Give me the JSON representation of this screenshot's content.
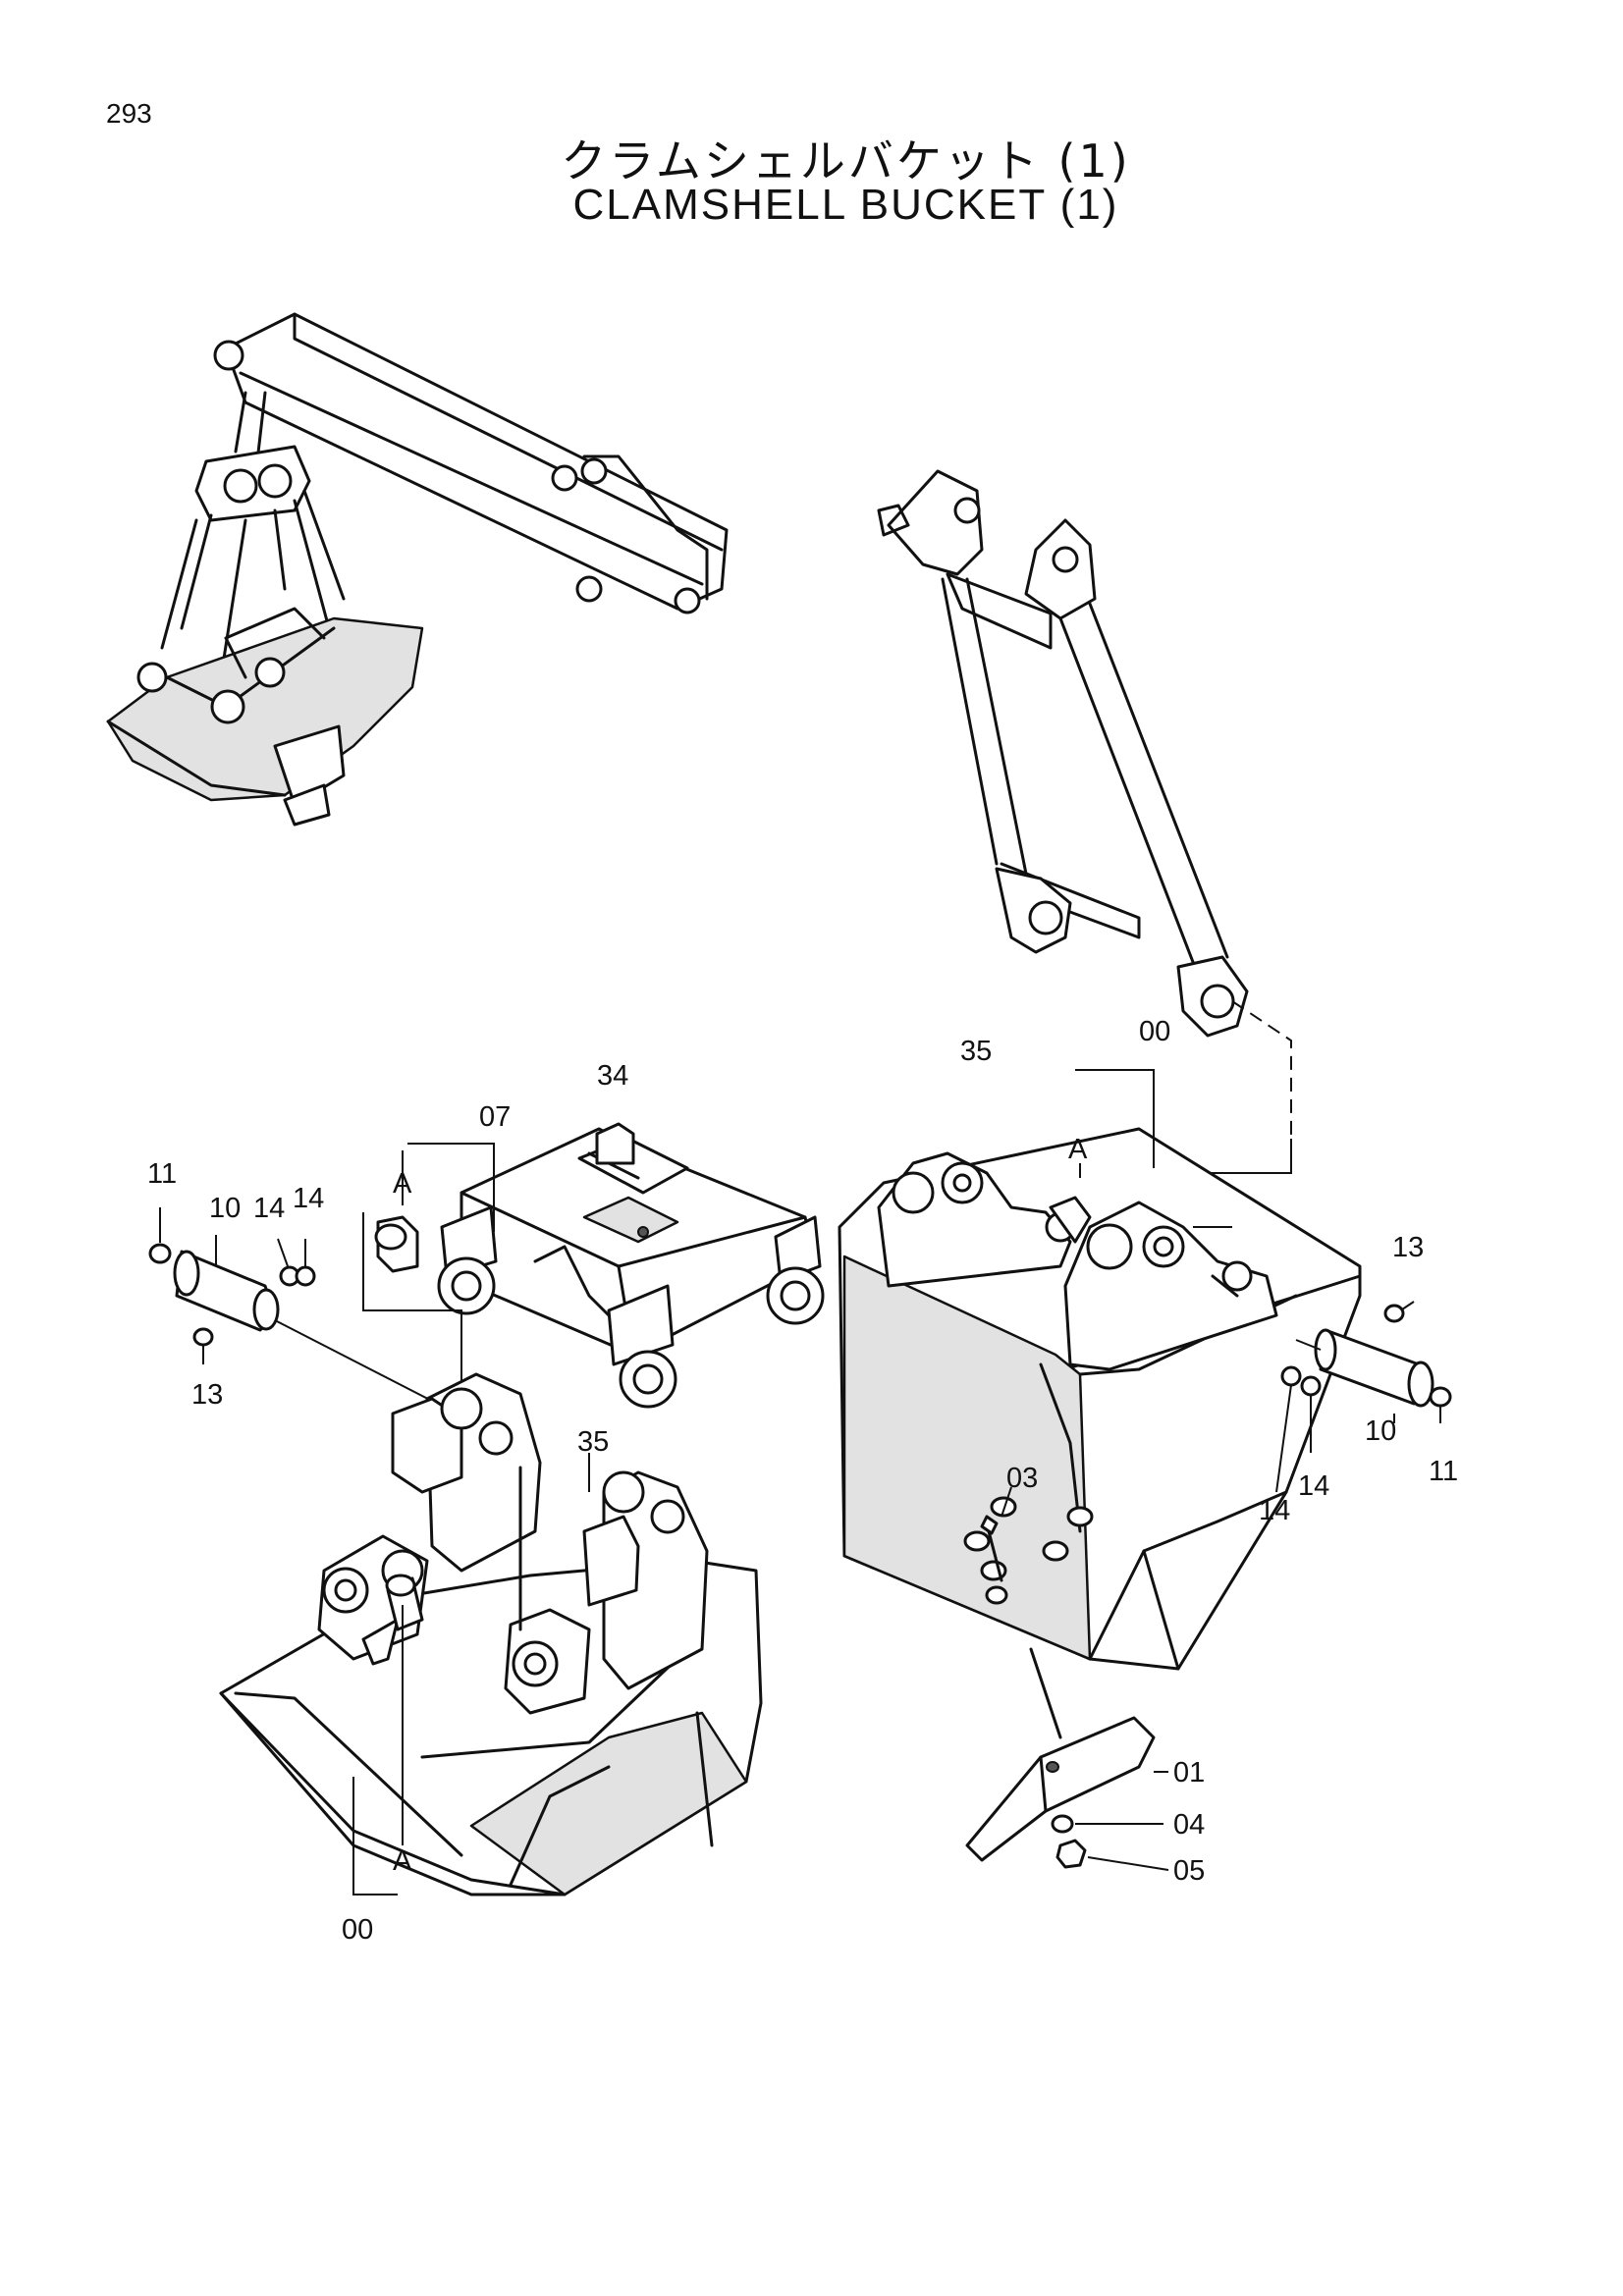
{
  "page_number": "293",
  "title_jp": "クラムシェルバケット (1)",
  "title_en": "CLAMSHELL BUCKET (1)",
  "part_labels": {
    "left_11": "11",
    "left_10": "10",
    "left_14a": "14",
    "left_14b": "14",
    "left_13": "13",
    "left_07": "07",
    "left_A_top": "A",
    "yoke_34": "34",
    "left_35": "35",
    "left_A_bottom": "A",
    "left_00": "00",
    "right_35": "35",
    "right_00": "00",
    "right_A": "A",
    "right_13": "13",
    "right_11": "11",
    "right_10": "10",
    "right_14a": "14",
    "right_14b": "14",
    "right_03": "03",
    "right_01": "01",
    "right_04": "04",
    "right_05": "05"
  }
}
